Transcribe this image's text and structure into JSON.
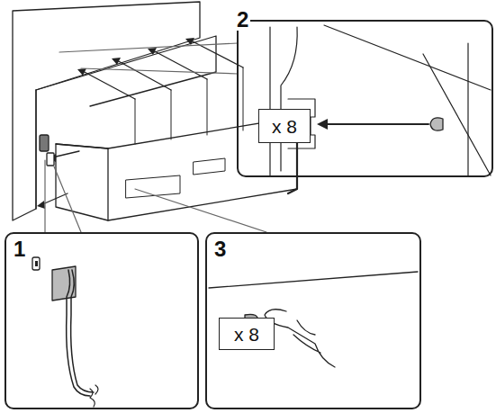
{
  "diagram": {
    "nodes": [
      {
        "text": [
          "2"
        ]
      },
      {
        "text": [
          "x 8"
        ],
        "in": 0
      },
      {
        "text": [
          "1"
        ]
      },
      {
        "text": [
          "3"
        ]
      },
      {
        "text": [
          "x 8"
        ],
        "in": 3
      }
    ]
  }
}
